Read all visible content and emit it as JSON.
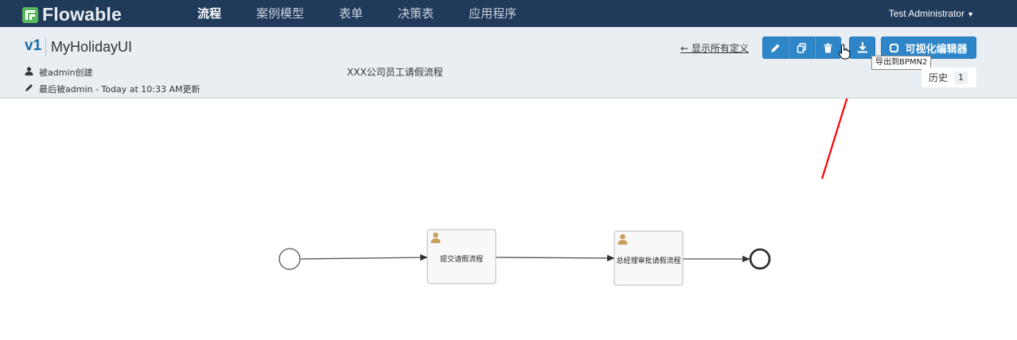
{
  "app": {
    "logo_text": "Flowable"
  },
  "nav": {
    "items": [
      "流程",
      "案例模型",
      "表单",
      "决策表",
      "应用程序"
    ],
    "user": "Test Administrator"
  },
  "model": {
    "version": "v1",
    "name": "MyHolidayUI",
    "created_by": "被admin创建",
    "last_updated": "最后被admin - Today at 10:33 AM更新",
    "description": "XXX公司员工请假流程"
  },
  "toolbar": {
    "back_link": "← 显示所有定义",
    "edit_icon": "pencil-icon",
    "copy_icon": "copy-icon",
    "delete_icon": "trash-icon",
    "export_icon": "download-icon",
    "export_tooltip": "导出到BPMN2",
    "editor_label": "可视化编辑器",
    "history_label": "历史",
    "history_count": "1",
    "accent_color": "#2e86c9"
  },
  "diagram": {
    "tasks": [
      {
        "label": "提交请假流程",
        "icon": "user-icon"
      },
      {
        "label": "总经理审批请假流程",
        "icon": "user-icon"
      }
    ],
    "start_event": "start-event",
    "end_event": "end-event"
  },
  "annotation": {
    "arrow_color": "#ff0000"
  }
}
